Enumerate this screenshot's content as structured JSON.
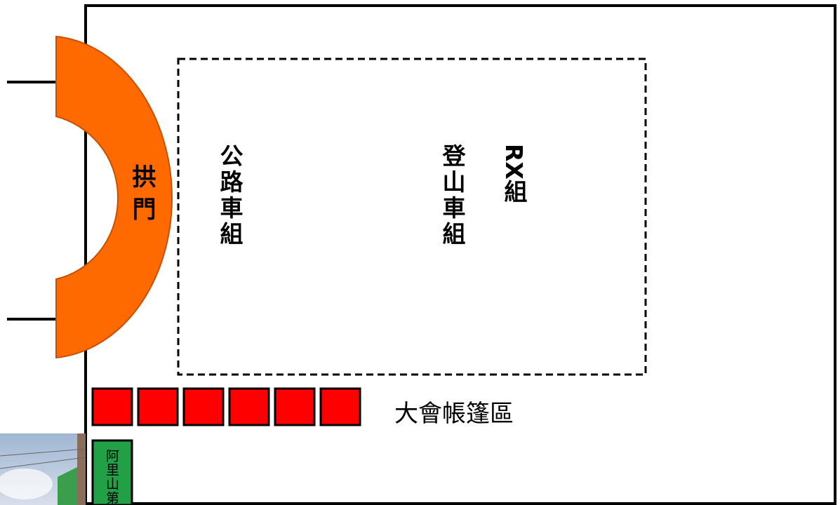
{
  "diagram": {
    "arch_label": "拱門",
    "road_bike_label": "公路車組",
    "mtb_label": "登山車組",
    "rx_label": "RX組",
    "tent_area_label": "大會帳篷區",
    "corner_sign_label": "阿里山第",
    "tent_count": 6
  },
  "colors": {
    "arch": "#ff6a00",
    "arch_stroke": "#c94f00",
    "tent": "#ff0000",
    "sign": "#22a045",
    "border": "#000000"
  }
}
